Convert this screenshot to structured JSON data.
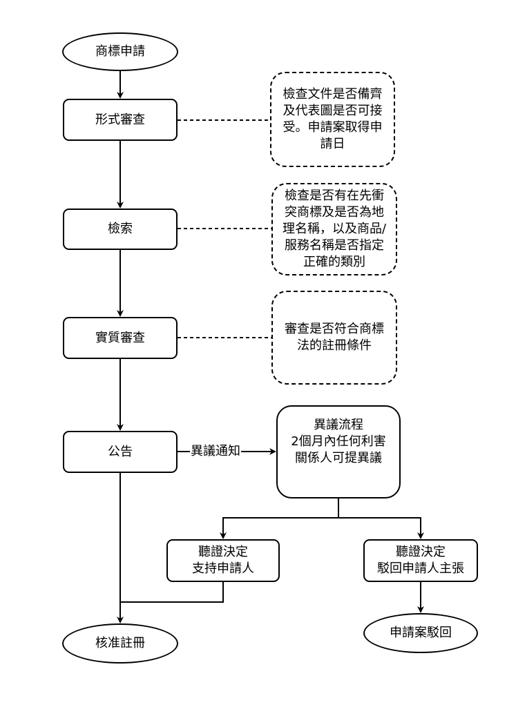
{
  "nodes": {
    "start": "商標申請",
    "formal": "形式審查",
    "search": "檢索",
    "substantive": "實質審查",
    "publish": "公告",
    "approve": "核准註冊",
    "opposition": "異議流程\n2個月內任何利害\n關係人可提異議",
    "hearing_support": "聽證決定\n支持申請人",
    "hearing_reject": "聽證決定\n駁回申請人主張",
    "rejected": "申請案駁回"
  },
  "notes": {
    "formal": "檢查文件是否備齊\n及代表圖是否可接\n受。申請案取得申\n請日",
    "search": "檢查是否有在先衝\n突商標及是否為地\n理名稱，以及商品/\n服務名稱是否指定\n正確的類別",
    "substantive": "審查是否符合商標\n法的註冊條件"
  },
  "edge_labels": {
    "opposition_notice": "異議通知"
  }
}
